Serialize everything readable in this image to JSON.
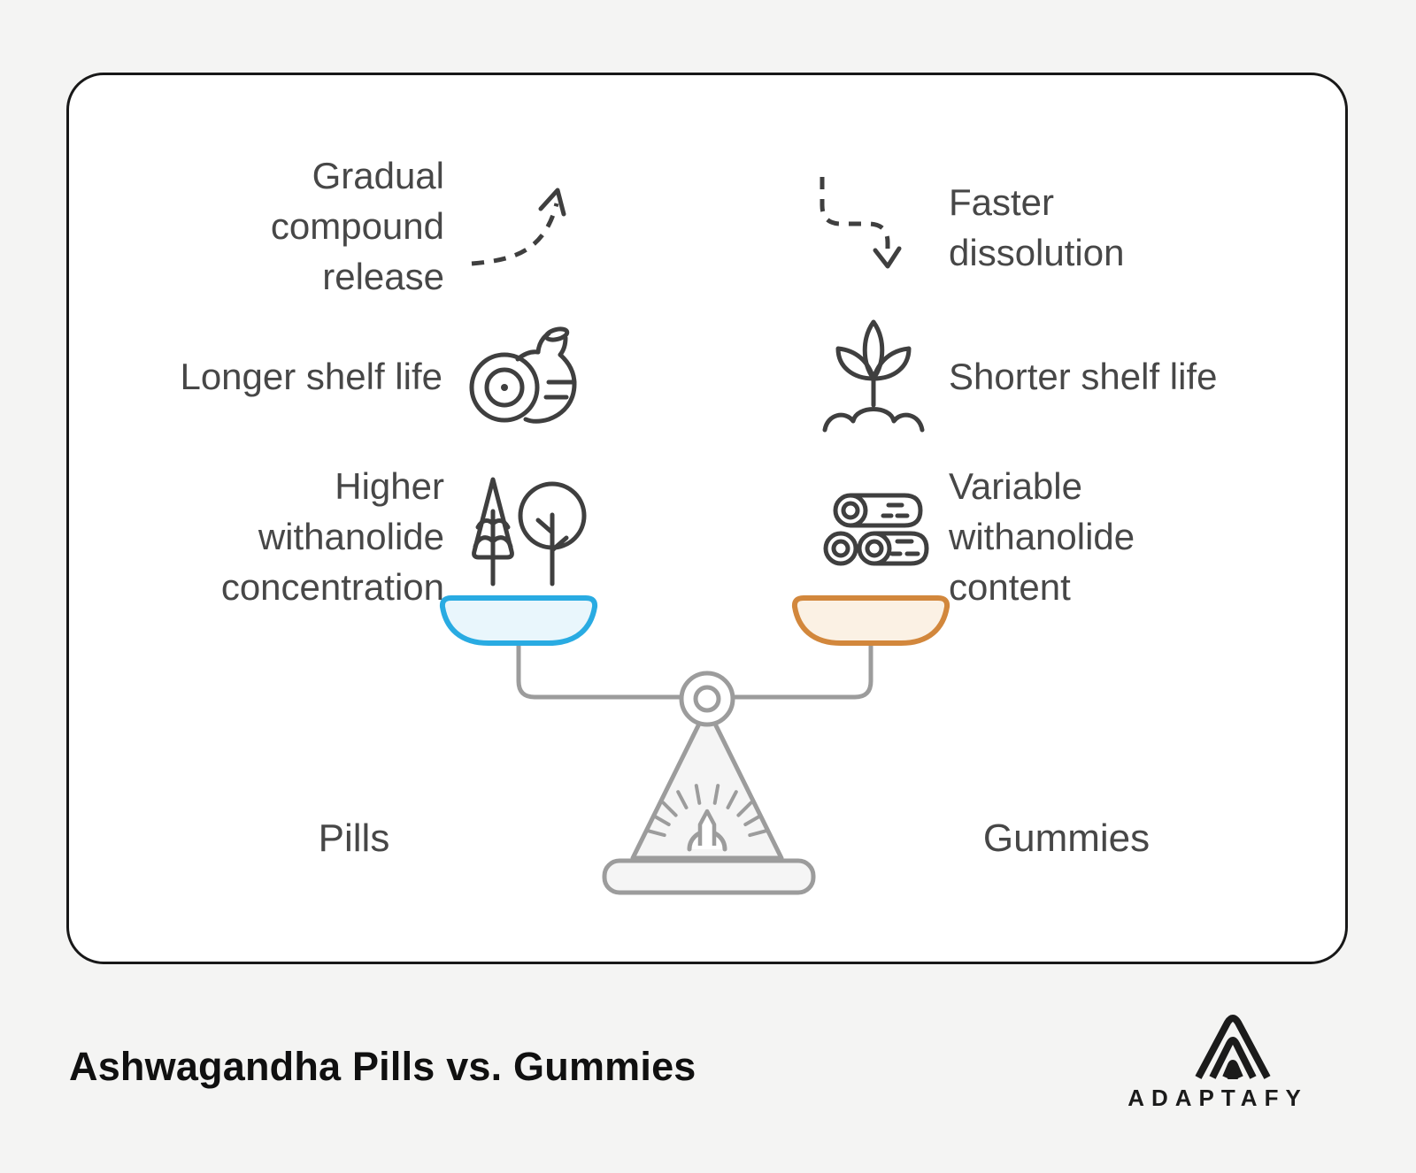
{
  "card": {
    "background": "#ffffff",
    "border_color": "#181818"
  },
  "comparison": {
    "left": {
      "label": "Pills",
      "features": [
        {
          "text": "Gradual compound release",
          "lines": [
            "Gradual",
            "compound",
            "release"
          ],
          "icon": "dashed-curve-up-arrow-icon"
        },
        {
          "text": "Longer shelf life",
          "lines": [
            "Longer shelf life"
          ],
          "icon": "log-icon"
        },
        {
          "text": "Higher withanolide concentration",
          "lines": [
            "Higher",
            "withanolide",
            "concentration"
          ],
          "icon": "pine-and-round-trees-icon"
        }
      ],
      "bowl_stroke": "#29abe2",
      "bowl_fill": "#e9f6fc"
    },
    "right": {
      "label": "Gummies",
      "features": [
        {
          "text": "Faster dissolution",
          "lines": [
            "Faster",
            "dissolution"
          ],
          "icon": "dashed-curve-down-arrow-icon"
        },
        {
          "text": "Shorter shelf life",
          "lines": [
            "Shorter shelf life"
          ],
          "icon": "sprouting-plant-icon"
        },
        {
          "text": "Variable withanolide content",
          "lines": [
            "Variable",
            "withanolide",
            "content"
          ],
          "icon": "stacked-logs-icon"
        }
      ],
      "bowl_stroke": "#d2873c",
      "bowl_fill": "#fbf1e4"
    },
    "scale": {
      "stroke": "#9c9c9c",
      "fill": "#f5f5f5"
    }
  },
  "colors": {
    "icon_ink": "#3f3f3f",
    "body_text": "#474747",
    "title_text": "#101010",
    "page_background": "#f4f4f3"
  },
  "footer": {
    "title": "Ashwagandha Pills vs. Gummies",
    "brand": "ADAPTAFY",
    "logo": "adaptafy-mountain-logo-icon"
  }
}
